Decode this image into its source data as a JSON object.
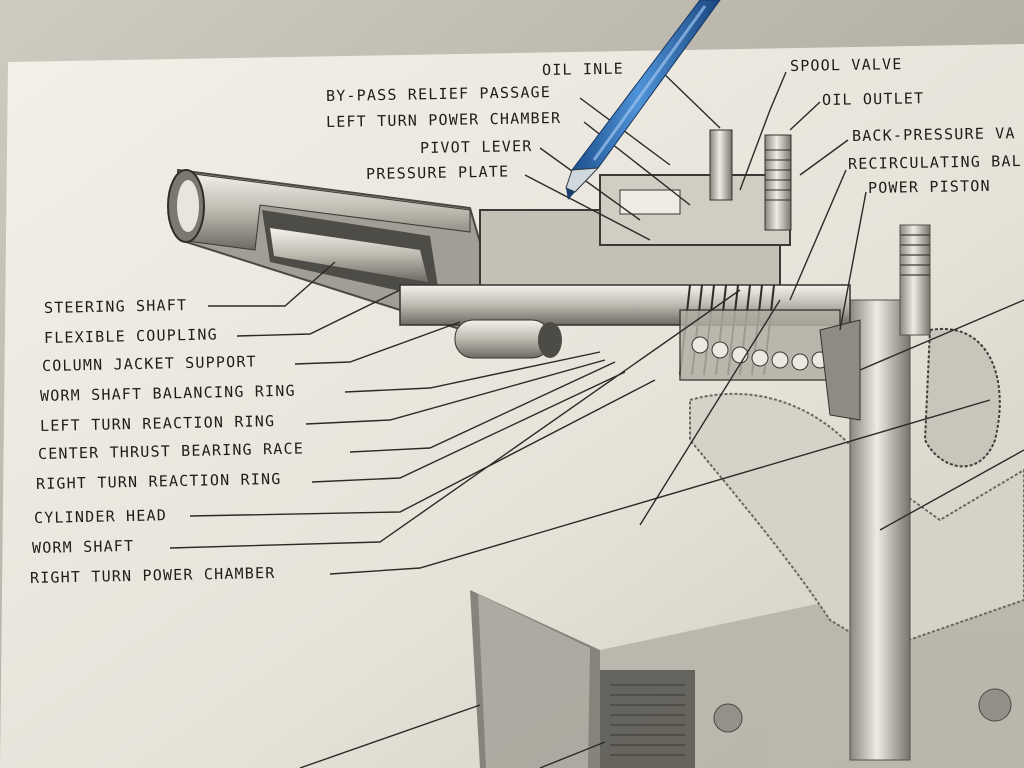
{
  "diagram": {
    "colors": {
      "paper": "#efece4",
      "background": "#d9d5cb",
      "ink": "#1e1d1a",
      "pen_body": "#2a6fb8",
      "pen_tip": "#1b3e6e"
    },
    "labels_top": [
      {
        "id": "oil-inlet",
        "text": "OIL INLE"
      },
      {
        "id": "spool-valve",
        "text": "SPOOL VALVE"
      },
      {
        "id": "bypass-relief-passage",
        "text": "BY-PASS RELIEF PASSAGE"
      },
      {
        "id": "oil-outlet",
        "text": "OIL OUTLET"
      },
      {
        "id": "left-turn-power-chamber",
        "text": "LEFT TURN POWER CHAMBER"
      },
      {
        "id": "back-pressure-valve",
        "text": "BACK-PRESSURE VA"
      },
      {
        "id": "pivot-lever",
        "text": "PIVOT LEVER"
      },
      {
        "id": "recirculating-balls",
        "text": "RECIRCULATING BAL"
      },
      {
        "id": "pressure-plate",
        "text": "PRESSURE PLATE"
      },
      {
        "id": "power-piston",
        "text": "POWER PISTON"
      }
    ],
    "labels_left": [
      {
        "id": "steering-shaft",
        "text": "STEERING SHAFT"
      },
      {
        "id": "flexible-coupling",
        "text": "FLEXIBLE COUPLING"
      },
      {
        "id": "column-jacket-support",
        "text": "COLUMN JACKET SUPPORT"
      },
      {
        "id": "worm-shaft-balancing-ring",
        "text": "WORM SHAFT BALANCING RING"
      },
      {
        "id": "left-turn-reaction-ring",
        "text": "LEFT TURN REACTION RING"
      },
      {
        "id": "center-thrust-bearing-race",
        "text": "CENTER THRUST BEARING RACE"
      },
      {
        "id": "right-turn-reaction-ring",
        "text": "RIGHT TURN REACTION RING"
      },
      {
        "id": "cylinder-head",
        "text": "CYLINDER HEAD"
      },
      {
        "id": "worm-shaft",
        "text": "WORM SHAFT"
      },
      {
        "id": "right-turn-power-chamber",
        "text": "RIGHT TURN POWER CHAMBER"
      }
    ]
  }
}
